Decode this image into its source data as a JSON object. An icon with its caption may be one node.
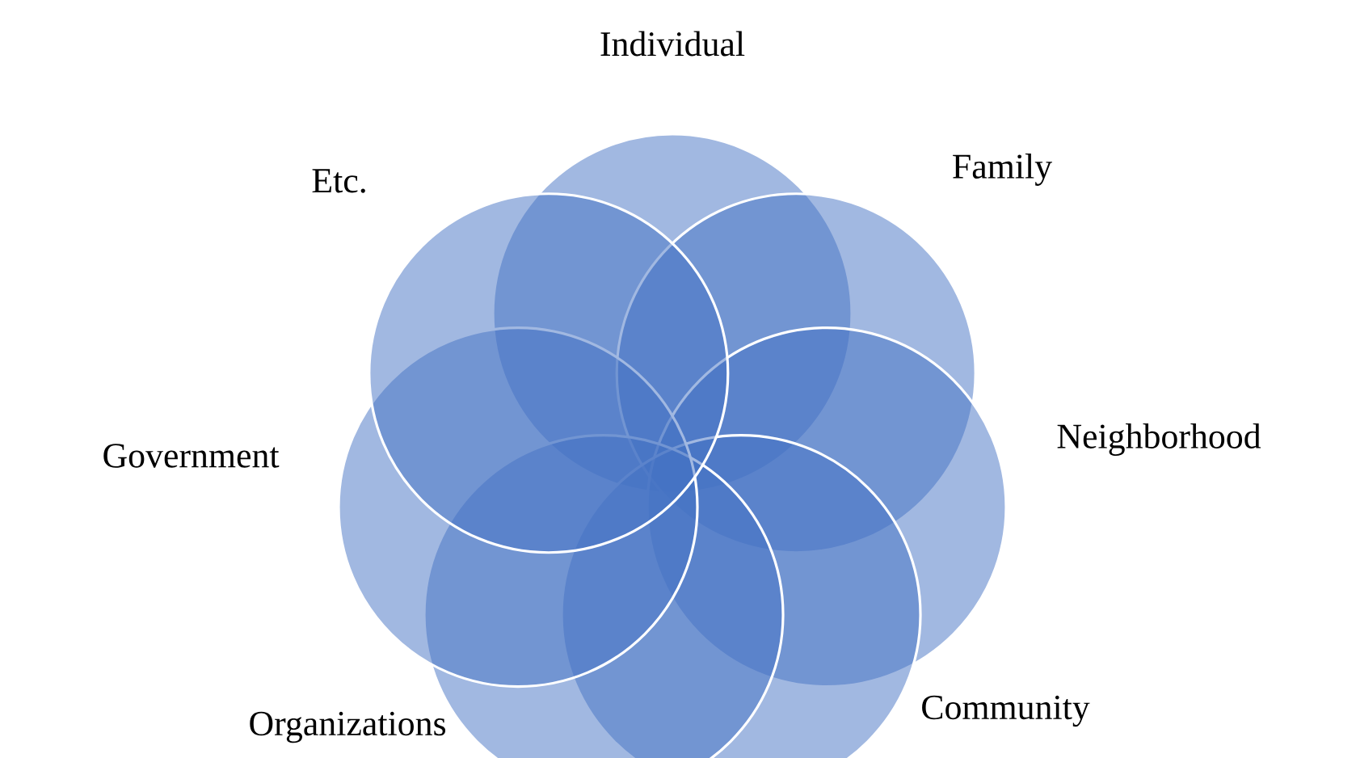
{
  "diagram": {
    "nodes": [
      {
        "text": [
          "Individual"
        ]
      },
      {
        "text": [
          "Family"
        ]
      },
      {
        "text": [
          "Neighborhood"
        ]
      },
      {
        "text": [
          "Community"
        ]
      },
      {
        "text": [
          "Organizations"
        ]
      },
      {
        "text": [
          "Government"
        ]
      },
      {
        "text": [
          "Etc."
        ]
      }
    ]
  }
}
